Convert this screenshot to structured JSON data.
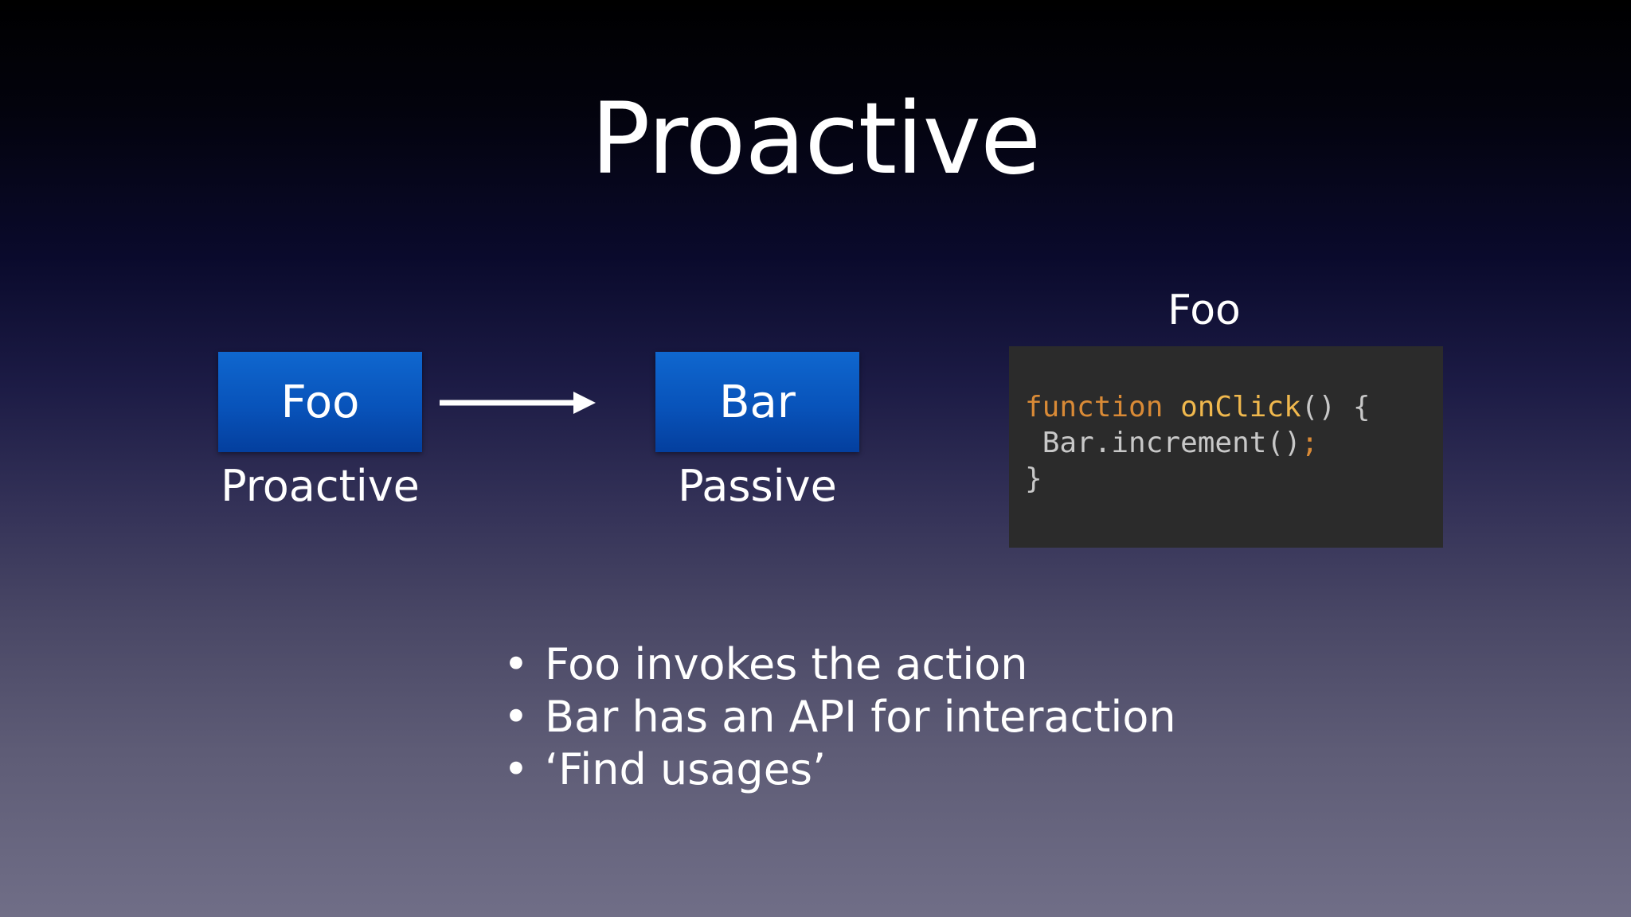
{
  "slide": {
    "title": "Proactive"
  },
  "diagram": {
    "left_box": {
      "label": "Foo",
      "caption": "Proactive"
    },
    "right_box": {
      "label": "Bar",
      "caption": "Passive"
    },
    "arrow_direction": "left-to-right"
  },
  "code_panel": {
    "title": "Foo",
    "lines": [
      {
        "keyword": "function",
        "name": "onClick",
        "rest": "() {"
      },
      {
        "object": "Bar.increment()",
        "terminator": ";"
      },
      {
        "text": "}"
      }
    ]
  },
  "bullets": [
    "Foo invokes the action",
    "Bar has an API for interaction",
    "‘Find usages’"
  ],
  "bullet_symbol": "•"
}
